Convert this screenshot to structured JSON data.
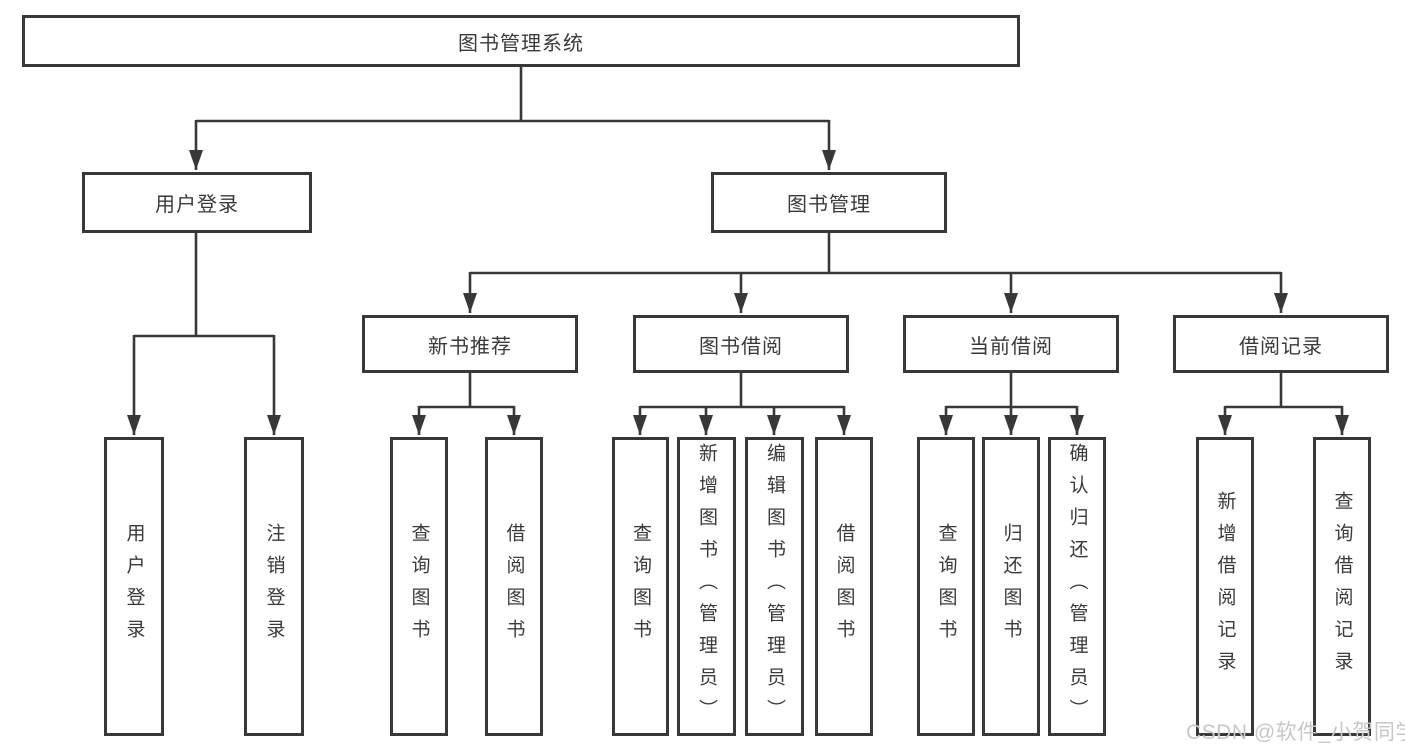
{
  "colors": {
    "line_color": "#383838",
    "text_color": "#3a3a3a",
    "box_bg": "#ffffff",
    "page_bg": "#ffffff",
    "watermark_color": "#c7c7c7"
  },
  "watermark": "CSDN @软件_小贺同学",
  "tree": {
    "root": {
      "label": "图书管理系统"
    },
    "user_login": {
      "label": "用户登录",
      "children": {
        "login": {
          "label": "用户登录"
        },
        "logout": {
          "label": "注销登录"
        }
      }
    },
    "book_mgmt": {
      "label": "图书管理",
      "groups": {
        "new_books": {
          "label": "新书推荐",
          "children": {
            "query_books": {
              "label": "查询图书"
            },
            "borrow_books": {
              "label": "借阅图书"
            }
          }
        },
        "book_borrow": {
          "label": "图书借阅",
          "children": {
            "query_books": {
              "label": "查询图书"
            },
            "add_books": {
              "label": "新增图书（管理员）"
            },
            "edit_books": {
              "label": "编辑图书（管理员）"
            },
            "borrow_books": {
              "label": "借阅图书"
            }
          }
        },
        "current_borrow": {
          "label": "当前借阅",
          "children": {
            "query_books": {
              "label": "查询图书"
            },
            "return_books": {
              "label": "归还图书"
            },
            "confirm_return": {
              "label": "确认归还（管理员）"
            }
          }
        },
        "borrow_records": {
          "label": "借阅记录",
          "children": {
            "add_record": {
              "label": "新增借阅记录"
            },
            "query_record": {
              "label": "查询借阅记录"
            }
          }
        }
      }
    }
  }
}
